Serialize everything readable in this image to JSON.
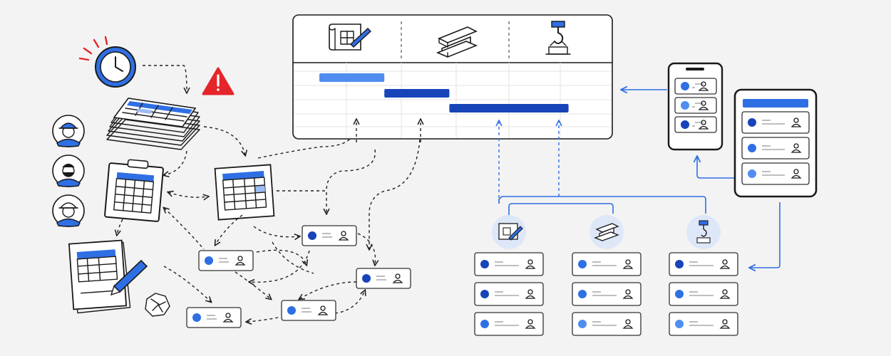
{
  "colors": {
    "background": "#f3f3f3",
    "ink": "#1a1a1a",
    "blue_dark": "#1744b8",
    "blue_mid": "#2f6fe4",
    "blue_light": "#4f8ef0",
    "blue_pale": "#dde7f8",
    "alert_red": "#e5252a"
  },
  "icons": {
    "alarm_clock": "clock-icon",
    "warning": "warning-triangle-icon",
    "workers": [
      "worker-hardhat-icon",
      "worker-bearded-icon",
      "worker-hardhat-icon"
    ],
    "blueprint": "blueprint-pencil-icon",
    "steel_beam": "steel-beam-icon",
    "crane_hook": "crane-hook-icon",
    "crumpled_paper": "crumpled-paper-icon",
    "user": "user-icon"
  },
  "gantt": {
    "columns": [
      "blueprint-pencil-icon",
      "steel-beam-icon",
      "crane-hook-icon"
    ],
    "bars": [
      {
        "start": 0.0,
        "end": 1.2,
        "color": "#4f8ef0"
      },
      {
        "start": 1.2,
        "end": 2.4,
        "color": "#1744b8"
      },
      {
        "start": 2.4,
        "end": 4.6,
        "color": "#1744b8"
      }
    ]
  },
  "chaos_task_cards": [
    {
      "dot": "#1744b8"
    },
    {
      "dot": "#2f6fe4"
    },
    {
      "dot": "#1744b8"
    },
    {
      "dot": "#2f6fe4"
    },
    {
      "dot": "#2f6fe4"
    }
  ],
  "trade_columns": [
    {
      "icon": "blueprint-pencil-icon",
      "cards": [
        {
          "dot": "#1744b8"
        },
        {
          "dot": "#1744b8"
        },
        {
          "dot": "#2f6fe4"
        }
      ]
    },
    {
      "icon": "steel-beam-icon",
      "cards": [
        {
          "dot": "#2f6fe4"
        },
        {
          "dot": "#2f6fe4"
        },
        {
          "dot": "#4f8ef0"
        }
      ]
    },
    {
      "icon": "crane-hook-icon",
      "cards": [
        {
          "dot": "#1744b8"
        },
        {
          "dot": "#2f6fe4"
        },
        {
          "dot": "#4f8ef0"
        }
      ]
    }
  ],
  "phone_items": [
    {
      "dot": "#2f6fe4"
    },
    {
      "dot": "#4f8ef0"
    },
    {
      "dot": "#1744b8"
    }
  ],
  "tablet_items": [
    {
      "dot": "#1744b8"
    },
    {
      "dot": "#2f6fe4"
    },
    {
      "dot": "#4f8ef0"
    }
  ]
}
